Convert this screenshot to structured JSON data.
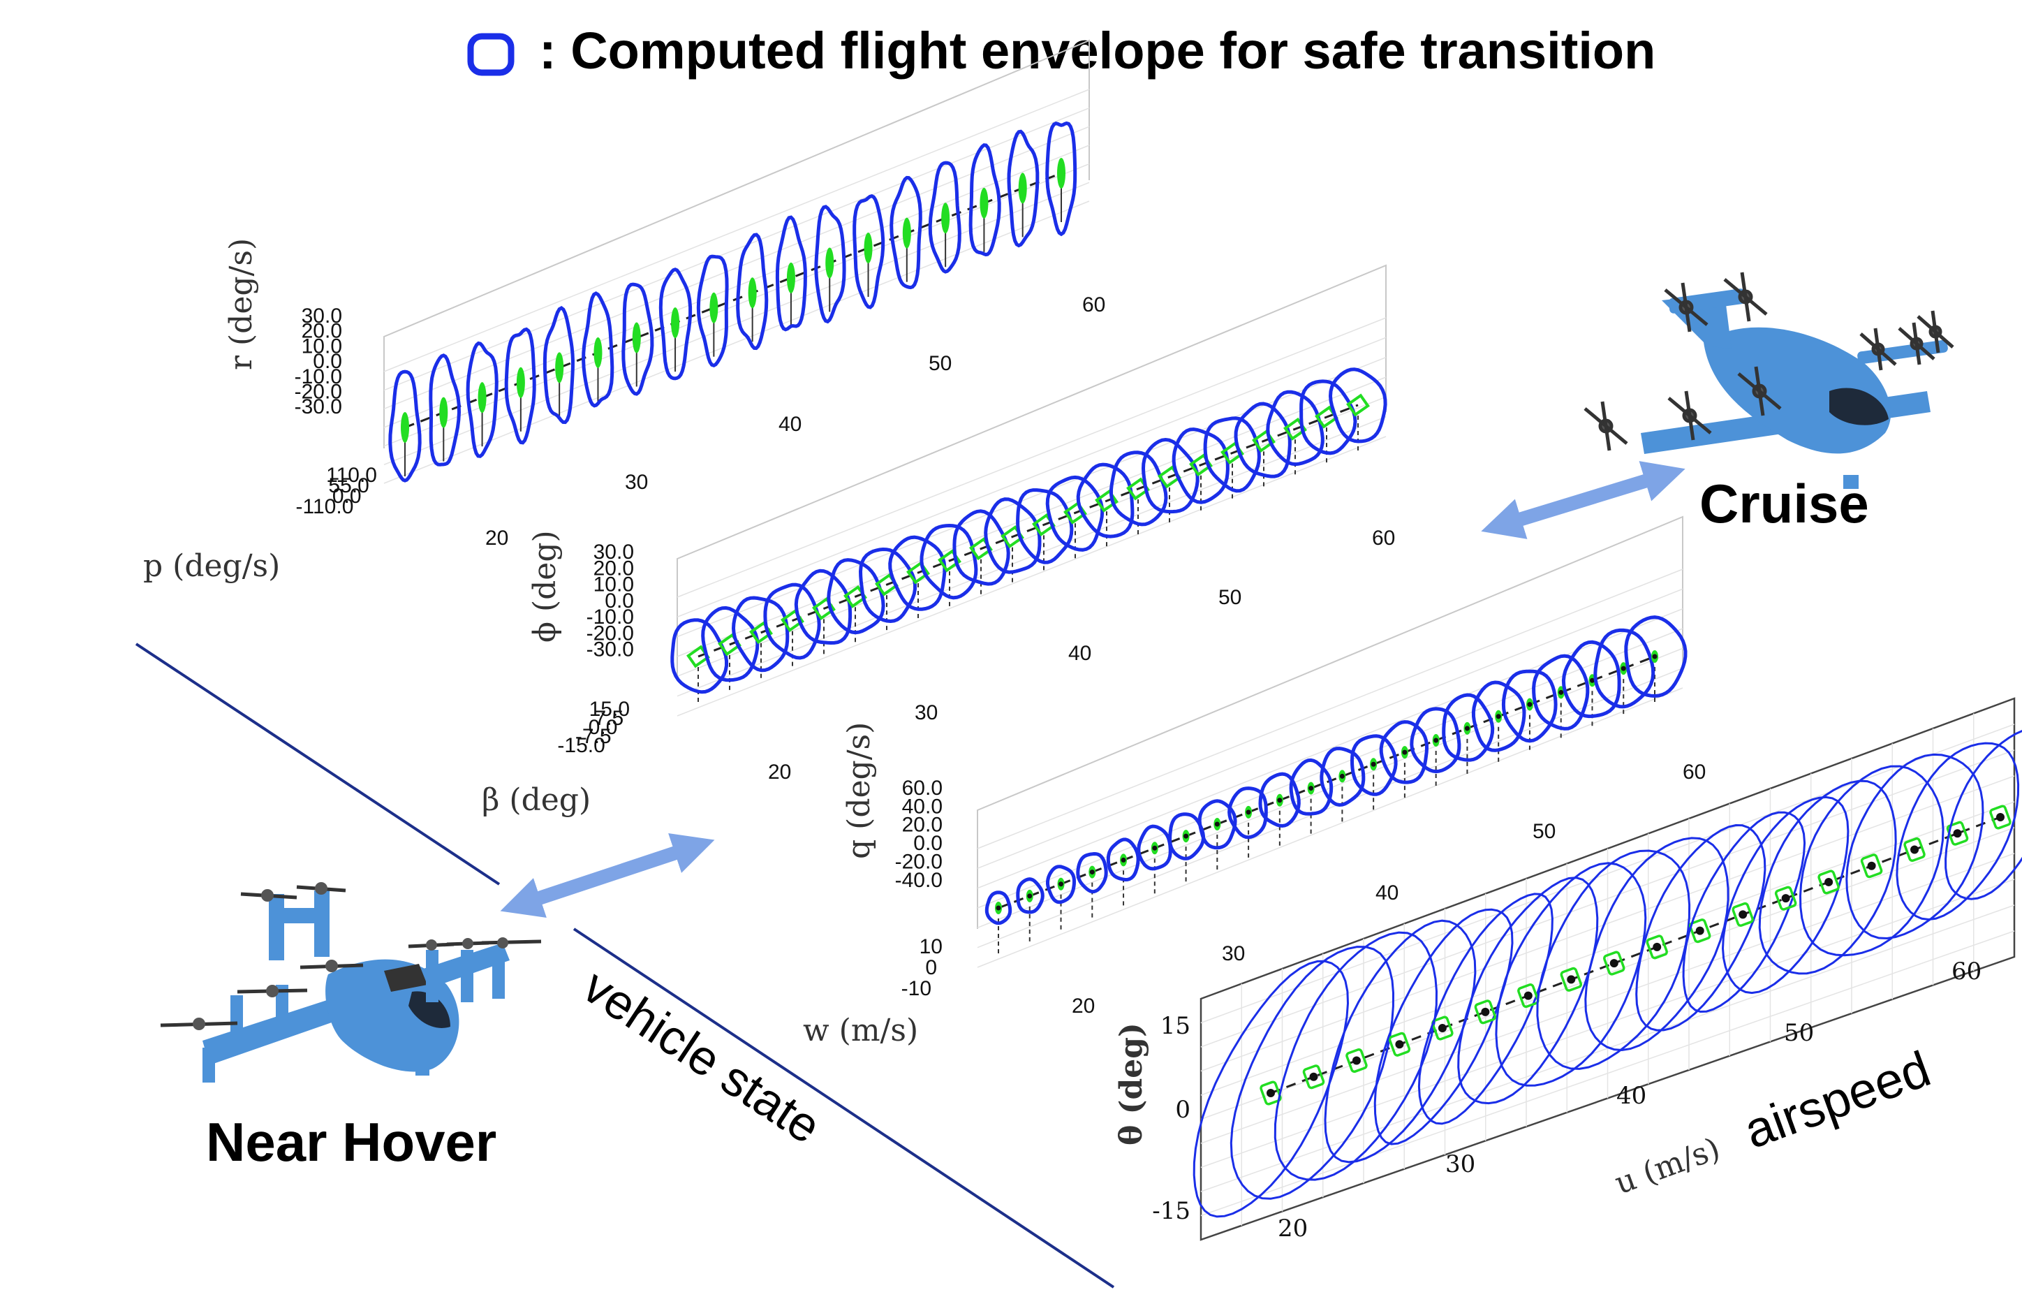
{
  "legend": {
    "text": ": Computed flight envelope for safe transition",
    "color": "#1a2ee8"
  },
  "labels": {
    "cruise": "Cruise",
    "near_hover": "Near Hover",
    "vehicle_state": "vehicle state",
    "airspeed": "airspeed"
  },
  "colors": {
    "envelope": "#1a2ee8",
    "inner": "#22dd22",
    "arrow": "#7ea4e6",
    "divider": "#1c2f8a",
    "aircraft": "#4d92d8"
  },
  "panels": [
    {
      "name": "r-p-panel",
      "ylabel": "r (deg/s)",
      "xlabel": "p (deg/s)",
      "yticks": [
        "30.0",
        "20.0",
        "10.0",
        "0.0",
        "-10.0",
        "-20.0",
        "-30.0"
      ],
      "depth_ticks": [
        "110.0",
        "55.0",
        "0.0",
        "-110.0"
      ],
      "uticks": [
        "20",
        "30",
        "40",
        "50",
        "60"
      ]
    },
    {
      "name": "phi-beta-panel",
      "ylabel": "ϕ (deg)",
      "xlabel": "β (deg)",
      "yticks": [
        "30.0",
        "20.0",
        "10.0",
        "0.0",
        "-10.0",
        "-20.0",
        "-30.0"
      ],
      "depth_ticks": [
        "15.0",
        "7.5",
        "0.0",
        "-7.5",
        "-15.0"
      ],
      "uticks": [
        "20",
        "30",
        "40",
        "50",
        "60"
      ]
    },
    {
      "name": "q-w-panel",
      "ylabel": "q (deg/s)",
      "xlabel": "w (m/s)",
      "yticks": [
        "60.0",
        "40.0",
        "20.0",
        "0.0",
        "-20.0",
        "-40.0"
      ],
      "depth_ticks": [
        "10",
        "0",
        "-10"
      ],
      "uticks": [
        "20",
        "30",
        "40",
        "50",
        "60"
      ]
    },
    {
      "name": "theta-u-panel",
      "ylabel": "θ (deg)",
      "xlabel": "u (m/s)",
      "yticks": [
        "15",
        "0",
        "-15"
      ],
      "uticks": [
        "20",
        "30",
        "40",
        "50",
        "60"
      ]
    }
  ]
}
